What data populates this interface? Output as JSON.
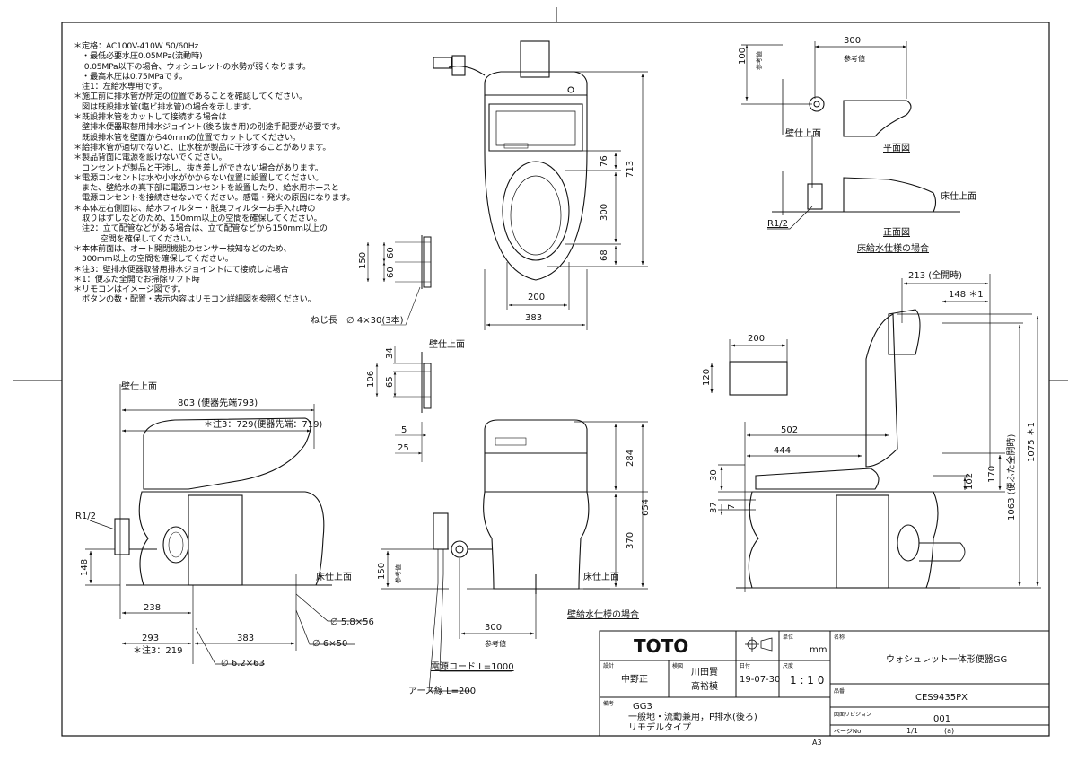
{
  "notes": [
    "＊定格：AC100V-410W 50/60Hz",
    "　・最低必要水圧0.05MPa(流動時)",
    "　 0.05MPa以下の場合、ウォシュレットの水勢が弱くなります。",
    "　・最高水圧は0.75MPaです。",
    "　注1：左給水専用です。",
    "＊施工前に排水管が所定の位置であることを確認してください。",
    "　図は既設排水管(塩ビ排水管)の場合を示します。",
    "＊既設排水管をカットして接続する場合は",
    "　壁排水便器取替用排水ジョイント(後ろ抜き用)の別途手配要が必要です。",
    "　既設排水管を壁面から40mmの位置でカットしてください。",
    "＊給排水管が適切でないと、止水栓が製品に干渉することがあります。",
    "＊製品背面に電源を設けないでください。",
    "　コンセントが製品と干渉し、抜き差しができない場合があります。",
    "＊電源コンセントは水や小水がかからない位置に設置してください。",
    "　また、壁給水の真下部に電源コンセントを設置したり、給水用ホースと",
    "　電源コンセントを接続させないでください。感電・発火の原因になります。",
    "＊本体左右側面は、給水フィルター・脱臭フィルターお手入れ時の",
    "　取りはずしなどのため、150mm以上の空間を確保してください。",
    "　注2：立て配管などがある場合は、立て配管などから150mm以上の",
    "　　　 空間を確保してください。",
    "＊本体前面は、オート開閉機能のセンサー検知などのため、",
    "　300mm以上の空間を確保してください。",
    "＊注3：壁排水便器取替用排水ジョイントにて接続した場合",
    "＊1：便ふた全開でお掃除リフト時",
    "＊リモコンはイメージ図です。",
    "　ボタンの数・配置・表示内容はリモコン詳細図を参照ください。"
  ],
  "plan_view": {
    "dim_713": "713",
    "dim_76": "76",
    "dim_300": "300",
    "dim_68": "68",
    "dim_200": "200",
    "dim_383": "383"
  },
  "remote_side": {
    "dim_150": "150",
    "dim_60a": "60",
    "dim_60b": "60",
    "screw": "ねじ長　∅ 4×30(3本)",
    "wall_surface": "壁仕上面",
    "dim_34": "34",
    "dim_106": "106",
    "dim_65": "65",
    "dim_5": "5",
    "dim_25": "25"
  },
  "floor_supply": {
    "dim_100": "100",
    "ref_a": "参考値",
    "dim_300": "300",
    "ref_b": "参考値",
    "wall_surface": "壁仕上面",
    "plan_caption": "平面図",
    "floor_surface": "床仕上面",
    "r12": "R1/2",
    "front_caption": "正面図",
    "title": "床給水仕様の場合"
  },
  "lid_view": {
    "dim_213": "213 (全開時)",
    "dim_148": "148 ＊1",
    "dim_200": "200",
    "dim_120": "120",
    "dim_502": "502",
    "dim_444": "444",
    "dim_30": "30",
    "dim_37": "37",
    "dim_7": "7",
    "dim_102": "102",
    "dim_170": "170",
    "dim_1063": "1063 (便ふた全開時)",
    "dim_1075": "1075 ＊1"
  },
  "side_view": {
    "wall_surface": "壁仕上面",
    "dim_803": "803 (便器先端793)",
    "note3": "＊注3：729(便器先端：719)",
    "r12": "R1/2",
    "dim_148": "148",
    "dim_238": "238",
    "dim_293": "293",
    "dim_383": "383",
    "note3b": "＊注3：219",
    "floor_surface": "床仕上面",
    "hole1": "∅ 5.8×56",
    "hole2": "∅ 6×50",
    "hole3": "∅ 6.2×63"
  },
  "front_view": {
    "dim_284": "284",
    "dim_654": "654",
    "dim_370": "370",
    "dim_150": "150",
    "ref": "参考値",
    "floor_surface": "床仕上面",
    "dim_300": "300",
    "ref2": "参考値",
    "wall_supply_title": "壁給水仕様の場合",
    "cord": "電源コード L=1000",
    "earth": "アース線 L=200"
  },
  "title_block": {
    "brand": "TOTO",
    "unit_label": "単位",
    "unit": "mm",
    "name_label": "名称",
    "product_name": "ウォシュレット一体形便器GG",
    "design_label": "設計",
    "designer": "中野正",
    "check_label": "検図",
    "checkers": "川田賢\n高裕模",
    "date_label": "日付",
    "date": "19-07-30",
    "scale_label": "尺度",
    "scale": "1 : 1 0",
    "model_label": "品番",
    "model": "CES9435PX",
    "remarks_label": "備考",
    "remarks": "GG3\n一般地・流動兼用，P排水(後ろ)\nリモデルタイプ",
    "revision_label": "図面リビジョン",
    "revision": "001",
    "paper_size": "A3",
    "page_label": "ページNo",
    "page": "1/1",
    "page_suffix": "(a)"
  }
}
